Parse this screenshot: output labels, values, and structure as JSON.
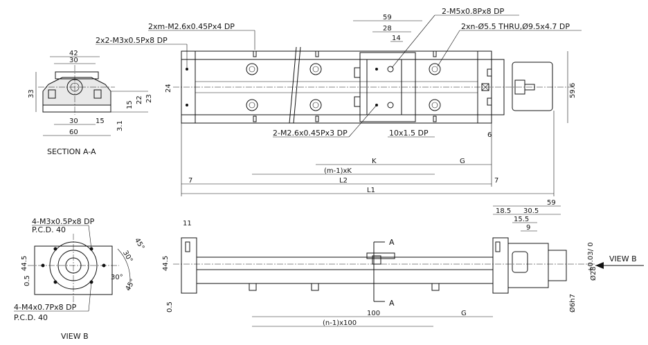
{
  "title_section": "SECTION A-A",
  "title_view": "VIEW B",
  "view_b_arrow": "VIEW B",
  "section_mark": "A",
  "notes": {
    "tap_m26_4": "2xm-M2.6x0.45Px4 DP",
    "tap_m3": "2x2-M3x0.5Px8 DP",
    "tap_m5": "2-M5x0.8Px8 DP",
    "thru_hole": "2xn-Ø5.5 THRU,Ø9.5x4.7 DP",
    "tap_m26_3": "2-M2.6x0.45Px3 DP",
    "pin_10": "10x1.5 DP",
    "vb_m3": "4-M3x0.5Px8 DP",
    "vb_pcd1": "P.C.D. 40",
    "vb_m4": "4-M4x0.7Px8 DP",
    "vb_pcd2": "P.C.D. 40"
  },
  "dims": {
    "sec_42": "42",
    "sec_30_top": "30",
    "sec_33": "33",
    "sec_15_right": "15",
    "sec_22": "22",
    "sec_23": "23",
    "sec_30_bot": "30",
    "sec_15_bot": "15",
    "sec_60": "60",
    "sec_3_1": "3.1",
    "top_59": "59",
    "top_28": "28",
    "top_14": "14",
    "top_24": "24",
    "top_59_6": "59.6",
    "top_6": "6",
    "top_K": "K",
    "top_G": "G",
    "top_m1K": "(m-1)xK",
    "top_7_left": "7",
    "top_L2": "L2",
    "top_7_right": "7",
    "top_L1": "L1",
    "vb_44_5": "44.5",
    "vb_0_5": "0.5",
    "vb_30a": "30°",
    "vb_45a": "45°",
    "vb_30b": "30°",
    "vb_45b": "45°",
    "fr_11": "11",
    "fr_44_5": "44.5",
    "fr_0_5": "0.5",
    "fr_59": "59",
    "fr_18_5": "18.5",
    "fr_30_5": "30.5",
    "fr_15_5": "15.5",
    "fr_9": "9",
    "fr_28": "Ø28",
    "fr_28_tol": "+0.03/ 0",
    "fr_6h7": "Ø6h7",
    "fr_100": "100",
    "fr_G": "G",
    "fr_n1": "(n-1)x100"
  }
}
